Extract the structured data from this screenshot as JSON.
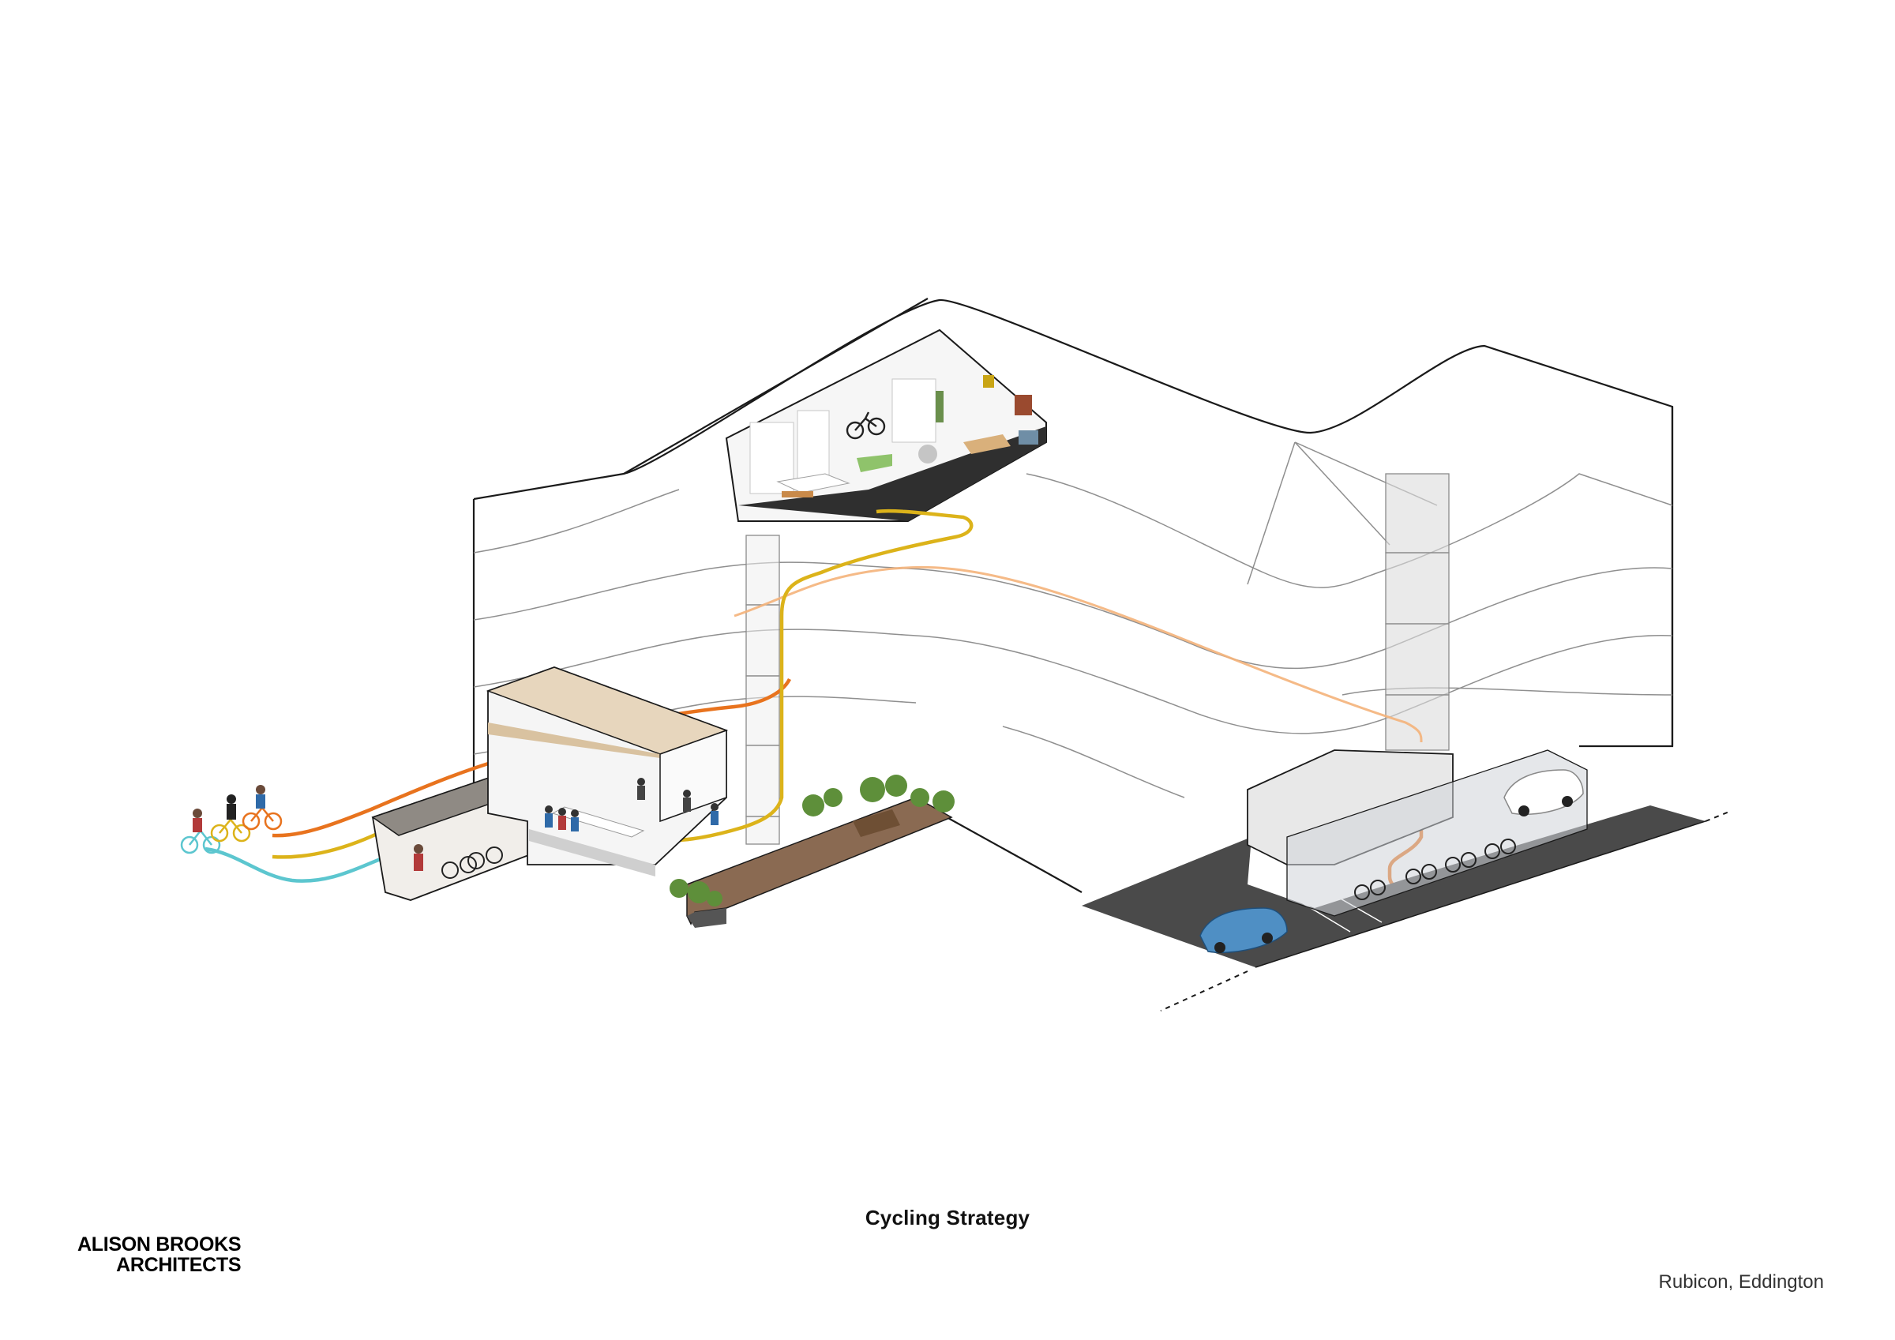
{
  "title": "Cycling Strategy",
  "logo": {
    "line1": "ALISON BROOKS",
    "line2": "ARCHITECTS"
  },
  "project": "Rubicon, Eddington",
  "colors": {
    "route_orange": "#e8731e",
    "route_yellow": "#dcb31a",
    "route_cyan": "#5cc6cf",
    "route_light_orange": "#f4b27a",
    "outline": "#1a1a1a",
    "floor_line": "#9a9a9a",
    "parking": "#4a4a4a",
    "car_blue": "#4f8fc4",
    "timber": "#8a6a52",
    "planting": "#5e8f3a"
  }
}
